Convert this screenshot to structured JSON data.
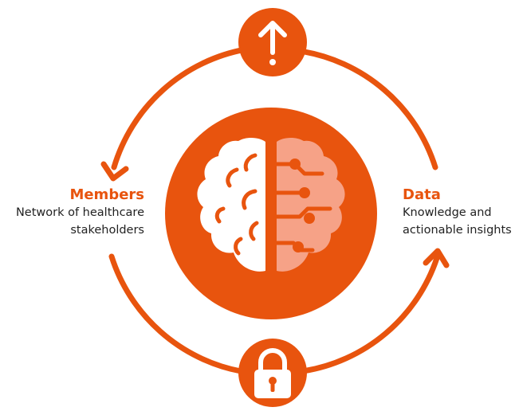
{
  "colors": {
    "accent": "#E8540E",
    "brain_right": "#F6A287",
    "white": "#FFFFFF",
    "text": "#222222"
  },
  "members": {
    "title": "Members",
    "line1": "Network of healthcare",
    "line2": "stakeholders"
  },
  "data": {
    "title": "Data",
    "line1": "Knowledge and",
    "line2": "actionable insights"
  },
  "icons": {
    "top": "upload-arrow-icon",
    "bottom": "padlock-icon",
    "center": "brain-icon"
  }
}
